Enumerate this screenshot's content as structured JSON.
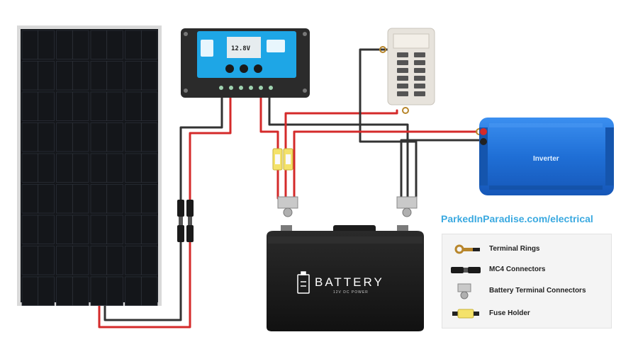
{
  "site_url": "ParkedInParadise.com/electrical",
  "inverter": {
    "label": "Inverter"
  },
  "battery": {
    "label": "BATTERY",
    "sublabel": "12V DC POWER"
  },
  "charge_controller": {
    "lcd_reading": "12.8V"
  },
  "legend": [
    {
      "icon": "terminal-ring-icon",
      "label": "Terminal Rings"
    },
    {
      "icon": "mc4-connector-icon",
      "label": "MC4 Connectors"
    },
    {
      "icon": "battery-terminal-connector-icon",
      "label": "Battery Terminal Connectors"
    },
    {
      "icon": "fuse-holder-icon",
      "label": "Fuse Holder"
    }
  ],
  "colors": {
    "positive_wire": "#d42a2a",
    "negative_wire": "#333333",
    "controller_blue": "#1ea6e6",
    "inverter_blue": "#1f6fd6",
    "solar_cell": "#14161a",
    "url_blue": "#3aa9e0"
  }
}
